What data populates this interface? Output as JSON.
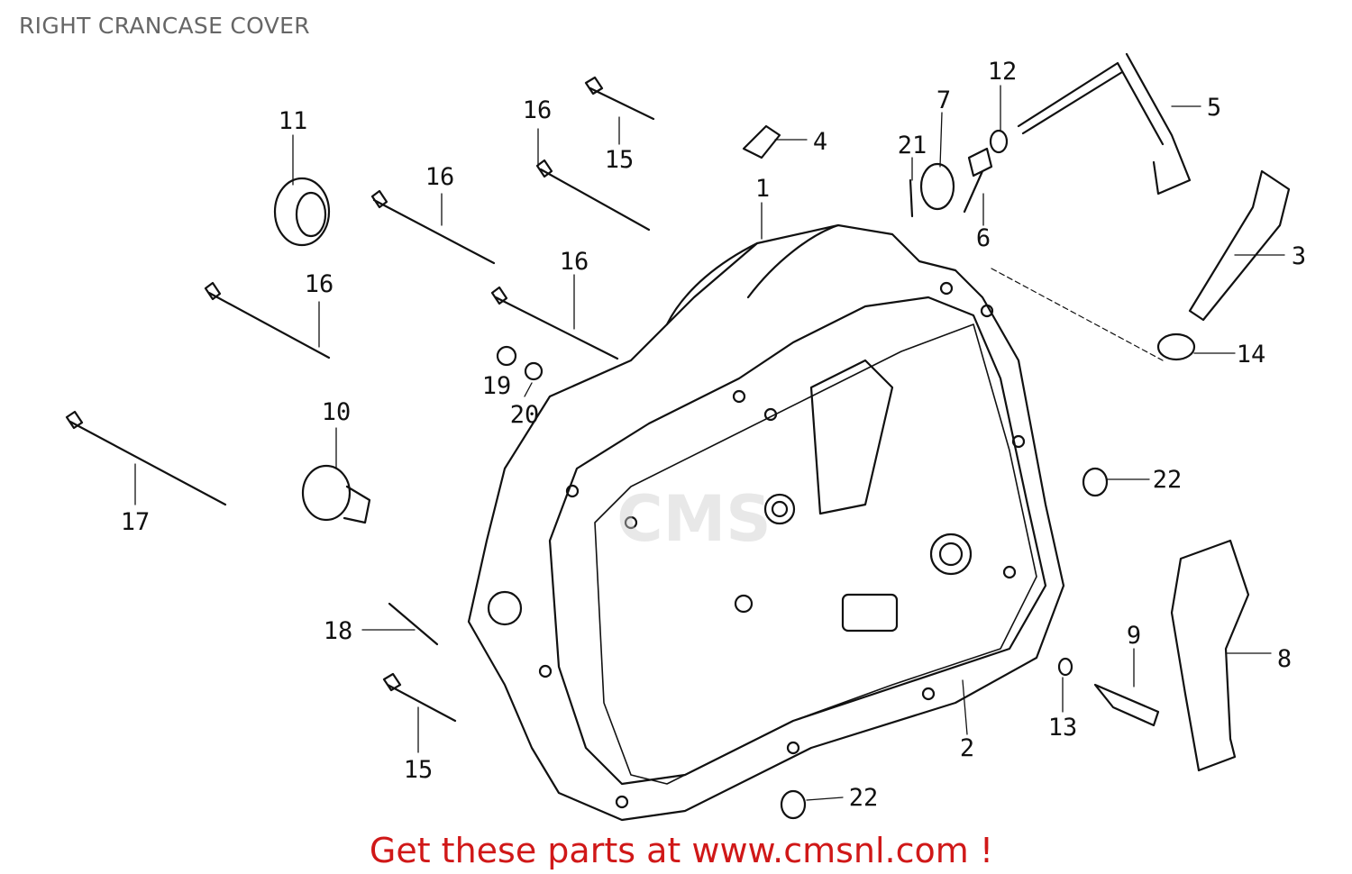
{
  "title": "RIGHT CRANCASE COVER",
  "callouts": [
    "11",
    "16",
    "15",
    "16",
    "4",
    "1",
    "7",
    "12",
    "5",
    "21",
    "6",
    "3",
    "16",
    "16",
    "14",
    "19",
    "20",
    "10",
    "22",
    "17",
    "18",
    "9",
    "8",
    "13",
    "2",
    "15",
    "22"
  ],
  "watermark": "CMS www.cmsnl.com",
  "footer": {
    "text": "Get these parts at www.cmsnl.com !"
  },
  "colors": {
    "footer": "#d01818",
    "title": "#666666",
    "line": "#111111"
  }
}
